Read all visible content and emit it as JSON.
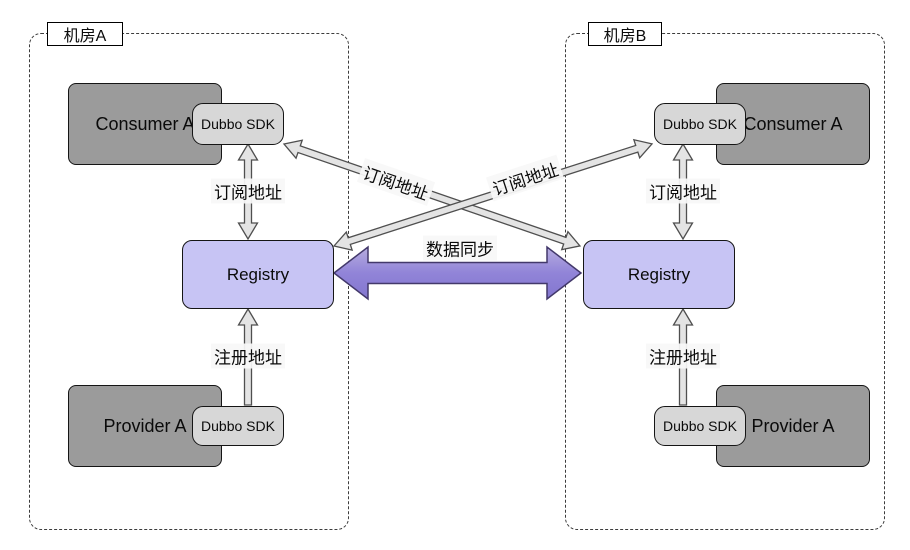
{
  "colors": {
    "node_fill": "#9b9b9b",
    "sdk_fill": "#d7d7d7",
    "registry_fill": "#c7c4f4",
    "link_arrow_fill": "#e4e4e4",
    "sync_arrow_fill": "#9184d8",
    "border": "#151515"
  },
  "datacenter_a": {
    "label": "机房A",
    "consumer": {
      "name": "Consumer A",
      "sdk": "Dubbo SDK"
    },
    "registry": {
      "name": "Registry"
    },
    "provider": {
      "name": "Provider A",
      "sdk": "Dubbo SDK"
    },
    "links": {
      "subscribe": "订阅地址",
      "register": "注册地址"
    }
  },
  "datacenter_b": {
    "label": "机房B",
    "consumer": {
      "name": "Consumer A",
      "sdk": "Dubbo SDK"
    },
    "registry": {
      "name": "Registry"
    },
    "provider": {
      "name": "Provider A",
      "sdk": "Dubbo SDK"
    },
    "links": {
      "subscribe": "订阅地址",
      "register": "注册地址"
    }
  },
  "cross_links": {
    "a_sdk_to_b_registry": "订阅地址",
    "b_sdk_to_a_registry": "订阅地址",
    "registry_sync": "数据同步"
  }
}
